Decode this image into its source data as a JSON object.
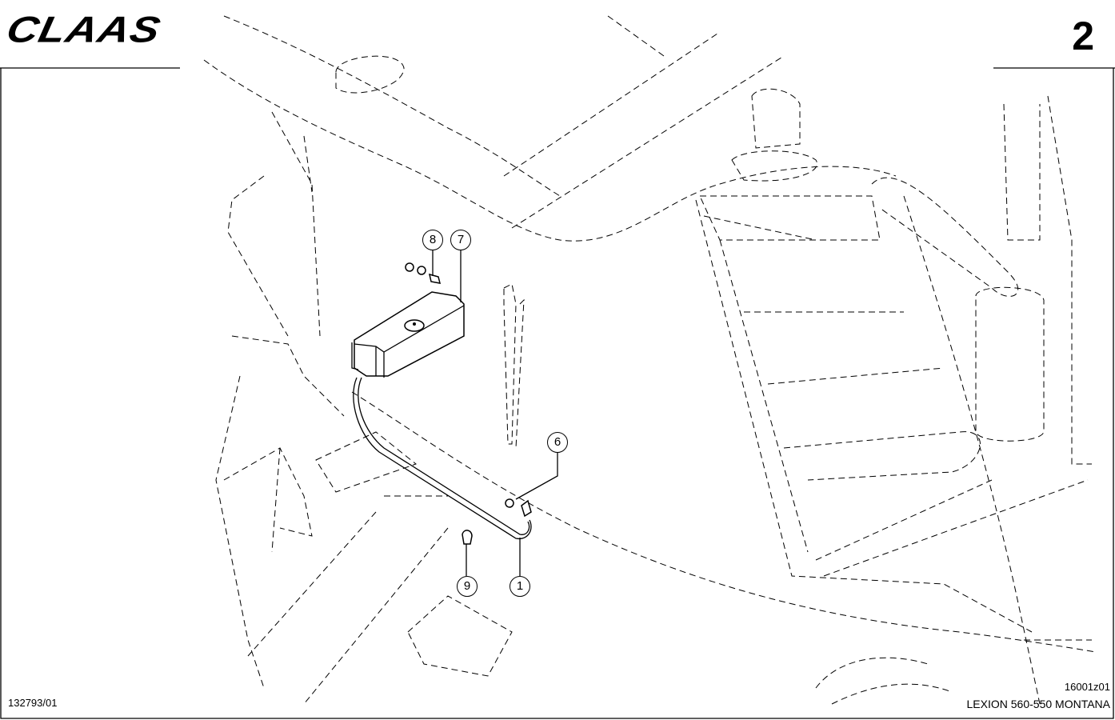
{
  "header": {
    "brand": "CLAAS",
    "page_number": "2"
  },
  "callouts": [
    "8",
    "7",
    "6",
    "9",
    "1"
  ],
  "footer": {
    "document_number": "132793/01",
    "figure_number": "16001z01",
    "model": "LEXION 560-550 MONTANA"
  }
}
